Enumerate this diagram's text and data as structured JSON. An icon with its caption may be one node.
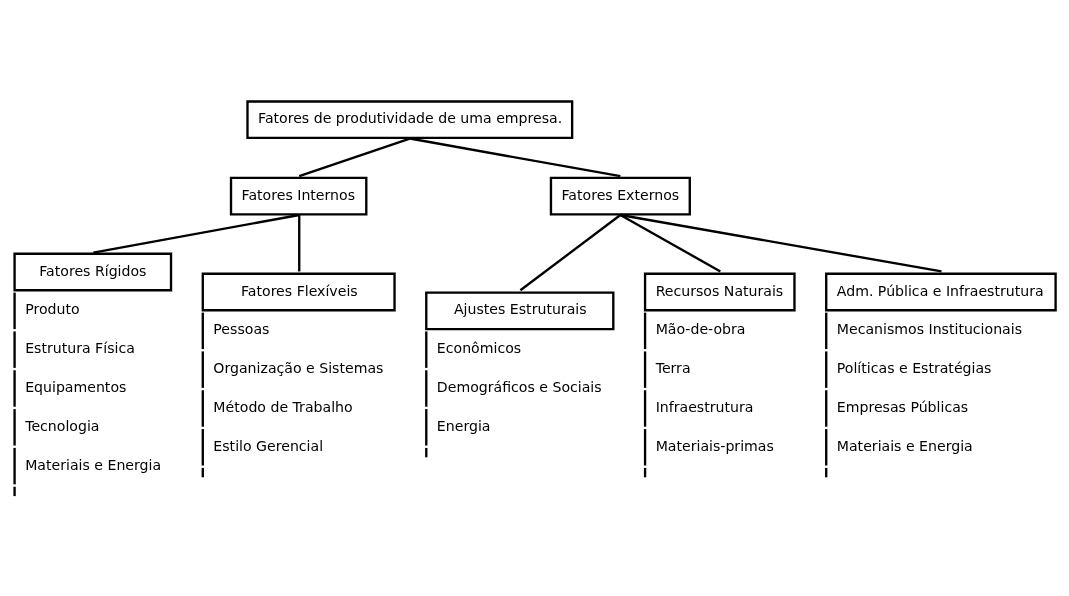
{
  "diagram": {
    "nodes": [
      {
        "text": [
          "Fatores de produtividade de uma empresa."
        ]
      },
      {
        "text": [
          "Fatores Internos"
        ]
      },
      {
        "text": [
          "Fatores Externos"
        ]
      },
      {
        "text": [
          "Fatores Rígidos",
          "Produto",
          "Estrutura Física",
          "Equipamentos",
          "Tecnologia",
          "Materiais e Energia"
        ]
      },
      {
        "text": [
          "Fatores Flexíveis",
          "Pessoas",
          "Organização e Sistemas",
          "Método de Trabalho",
          "Estilo Gerencial"
        ]
      },
      {
        "text": [
          "Ajustes Estruturais",
          "Econômicos",
          "Demográficos e Sociais",
          "Energia"
        ]
      },
      {
        "text": [
          "Recursos Naturais",
          "Mão-de-obra",
          "Terra",
          "Infraestrutura",
          "Materiais-primas"
        ]
      },
      {
        "text": [
          "Adm. Pública e Infraestrutura",
          "Mecanismos Institucionais",
          "Políticas e Estratégias",
          "Empresas Públicas",
          "Materiais e Energia"
        ]
      }
    ],
    "edges": [
      {
        "from": 0,
        "to": 1,
        "arrow": "none"
      },
      {
        "from": 0,
        "to": 2,
        "arrow": "none"
      },
      {
        "from": 1,
        "to": 3,
        "arrow": "none"
      },
      {
        "from": 1,
        "to": 4,
        "arrow": "none"
      },
      {
        "from": 2,
        "to": 5,
        "arrow": "none"
      },
      {
        "from": 2,
        "to": 6,
        "arrow": "none"
      },
      {
        "from": 2,
        "to": 7,
        "arrow": "none"
      }
    ]
  }
}
